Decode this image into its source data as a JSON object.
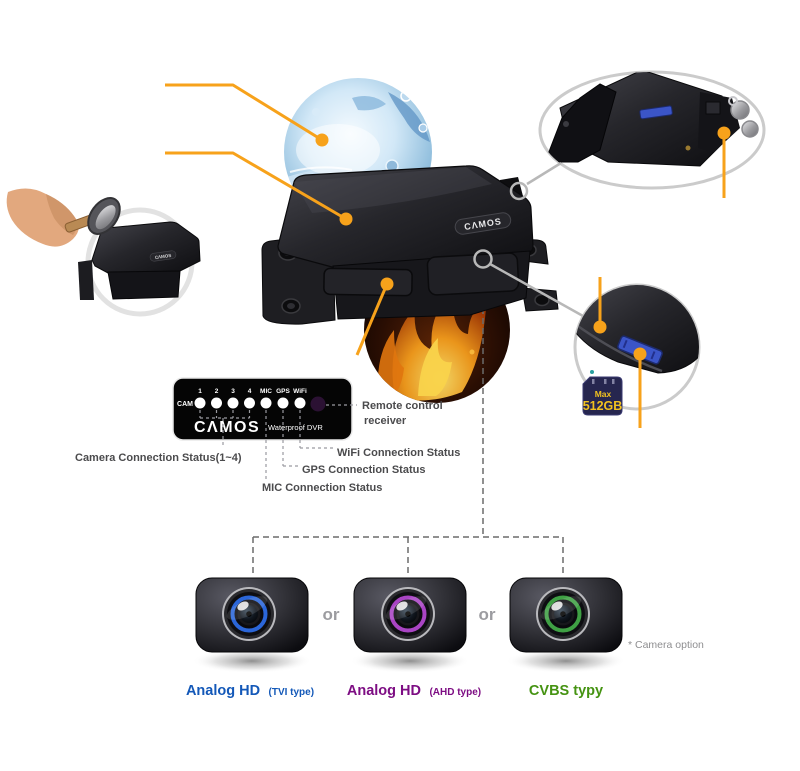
{
  "brand": {
    "badge": "CΛMOS"
  },
  "led_panel": {
    "cam_label": "CAM",
    "port_labels": [
      "1",
      "2",
      "3",
      "4",
      "MIC",
      "GPS",
      "WiFi"
    ],
    "logo": "CΛMOS",
    "logo_sub": "Waterproof DVR",
    "callout_remote_line1": "Remote control",
    "callout_remote_line2": "receiver",
    "callout_wifi": "WiFi Connection Status",
    "callout_gps": "GPS Connection Status",
    "callout_mic": "MIC Connection Status",
    "callout_camera": "Camera Connection Status(1~4)"
  },
  "sd_card": {
    "line1": "Max",
    "line2": "512GB",
    "text_color": "#f2c21f"
  },
  "cameras": {
    "or_label": "or",
    "note": "* Camera option",
    "items": [
      {
        "name": "Analog HD",
        "type": "(TVI type)",
        "label_color": "#1358b8",
        "lens_color": "#2b66d9"
      },
      {
        "name": "Analog HD",
        "type": "(AHD type)",
        "label_color": "#7d0d83",
        "lens_color": "#a944c4"
      },
      {
        "name": "CVBS typy",
        "type": "",
        "label_color": "#459312",
        "lens_color": "#3fa044"
      }
    ]
  },
  "colors": {
    "accent_orange": "#f7a21b",
    "callout_gray": "#4b4b4d"
  }
}
